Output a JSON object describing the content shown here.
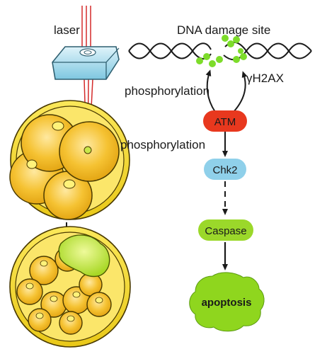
{
  "labels": {
    "laser": "laser",
    "dna_damage_site": "DNA damage site",
    "gamma_h2ax": "γH2AX",
    "phosphorylation_upper": "phosphorylation",
    "phosphorylation_lower": "phosphorylation"
  },
  "nodes": {
    "atm": "ATM",
    "chk2": "Chk2",
    "caspase": "Caspase",
    "apoptosis": "apoptosis"
  },
  "colors": {
    "cell_fill": "#f2b81c",
    "cell_outline": "#4a3a00",
    "zona": "#f7dd2a",
    "nucleus": "#fff27a",
    "damaged_cell": "#c9e84a",
    "laser_beam": "#d42a2a",
    "laser_device": "#a9dcec",
    "atm_box": "#e8381e",
    "chk2_box": "#8fd0ea",
    "caspase_box": "#9bd82a",
    "apoptosis_blob": "#8fd61e",
    "gamma_h2ax_dots": "#7ddc2a"
  }
}
